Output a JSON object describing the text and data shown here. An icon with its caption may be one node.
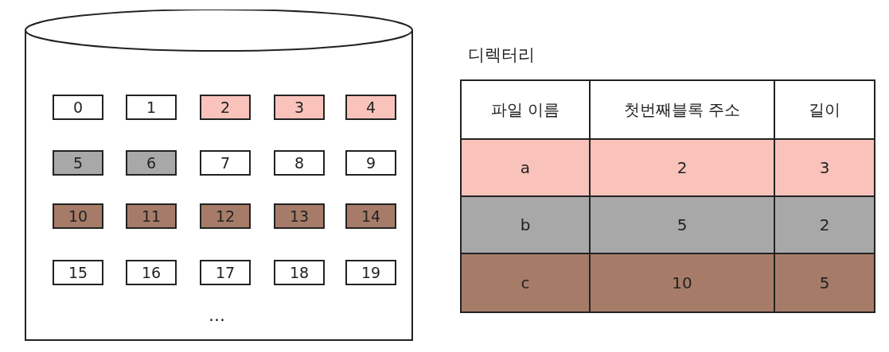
{
  "diagram": {
    "nodes": [
      {
        "text": [],
        "shape": "cylinder"
      },
      {
        "text": [
          "0"
        ],
        "in": 0
      },
      {
        "text": [
          "1"
        ],
        "in": 0
      },
      {
        "text": [
          "2"
        ],
        "in": 0
      },
      {
        "text": [
          "3"
        ],
        "in": 0
      },
      {
        "text": [
          "4"
        ],
        "in": 0
      },
      {
        "text": [
          "5"
        ],
        "in": 0
      },
      {
        "text": [
          "6"
        ],
        "in": 0
      },
      {
        "text": [
          "7"
        ],
        "in": 0
      },
      {
        "text": [
          "8"
        ],
        "in": 0
      },
      {
        "text": [
          "9"
        ],
        "in": 0
      },
      {
        "text": [
          "10"
        ],
        "in": 0
      },
      {
        "text": [
          "11"
        ],
        "in": 0
      },
      {
        "text": [
          "12"
        ],
        "in": 0
      },
      {
        "text": [
          "13"
        ],
        "in": 0
      },
      {
        "text": [
          "14"
        ],
        "in": 0
      },
      {
        "text": [
          "15"
        ],
        "in": 0
      },
      {
        "text": [
          "16"
        ],
        "in": 0
      },
      {
        "text": [
          "17"
        ],
        "in": 0
      },
      {
        "text": [
          "18"
        ],
        "in": 0
      },
      {
        "text": [
          "19"
        ],
        "in": 0
      }
    ],
    "edges": [],
    "labels": [
      "...",
      "디렉터리",
      "파일 이름",
      "첫번째블록 주소",
      "길이",
      "a",
      "2",
      "3",
      "b",
      "5",
      "2",
      "c",
      "10",
      "5"
    ]
  }
}
